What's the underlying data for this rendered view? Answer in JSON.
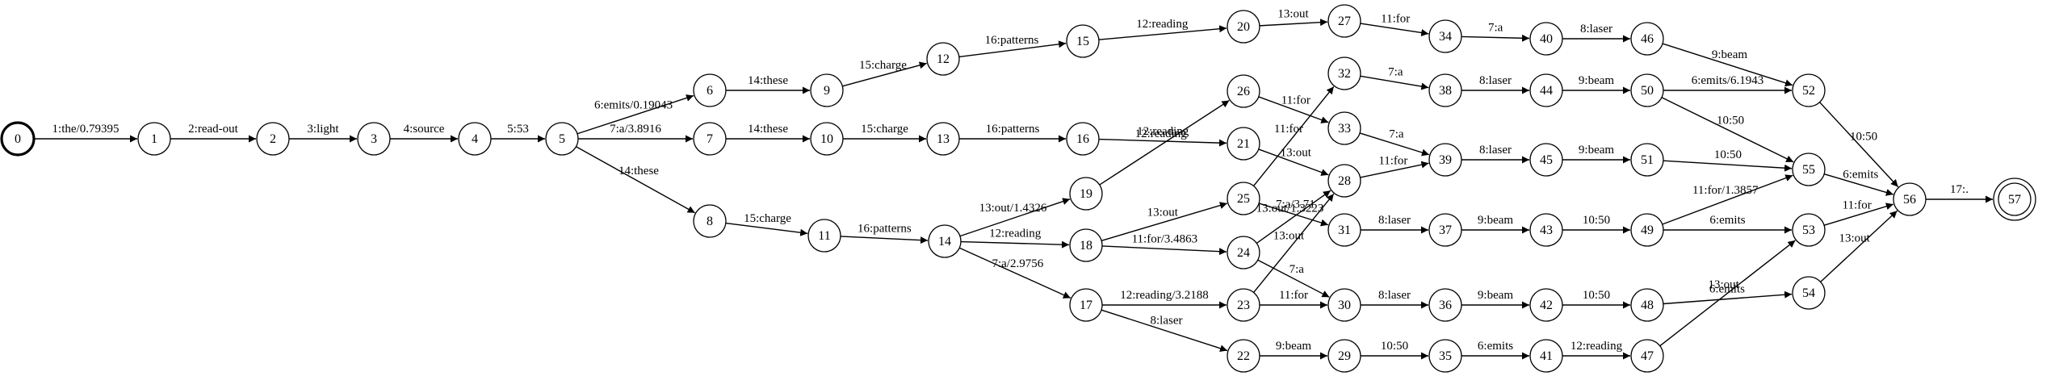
{
  "graph": {
    "nodes": [
      {
        "id": 0,
        "label": "0",
        "start": true
      },
      {
        "id": 1,
        "label": "1"
      },
      {
        "id": 2,
        "label": "2"
      },
      {
        "id": 3,
        "label": "3"
      },
      {
        "id": 4,
        "label": "4"
      },
      {
        "id": 5,
        "label": "5"
      },
      {
        "id": 6,
        "label": "6"
      },
      {
        "id": 7,
        "label": "7"
      },
      {
        "id": 8,
        "label": "8"
      },
      {
        "id": 9,
        "label": "9"
      },
      {
        "id": 10,
        "label": "10"
      },
      {
        "id": 11,
        "label": "11"
      },
      {
        "id": 12,
        "label": "12"
      },
      {
        "id": 13,
        "label": "13"
      },
      {
        "id": 14,
        "label": "14"
      },
      {
        "id": 15,
        "label": "15"
      },
      {
        "id": 16,
        "label": "16"
      },
      {
        "id": 17,
        "label": "17"
      },
      {
        "id": 18,
        "label": "18"
      },
      {
        "id": 19,
        "label": "19"
      },
      {
        "id": 20,
        "label": "20"
      },
      {
        "id": 21,
        "label": "21"
      },
      {
        "id": 22,
        "label": "22"
      },
      {
        "id": 23,
        "label": "23"
      },
      {
        "id": 24,
        "label": "24"
      },
      {
        "id": 25,
        "label": "25"
      },
      {
        "id": 26,
        "label": "26"
      },
      {
        "id": 27,
        "label": "27"
      },
      {
        "id": 28,
        "label": "28"
      },
      {
        "id": 29,
        "label": "29"
      },
      {
        "id": 30,
        "label": "30"
      },
      {
        "id": 31,
        "label": "31"
      },
      {
        "id": 32,
        "label": "32"
      },
      {
        "id": 33,
        "label": "33"
      },
      {
        "id": 34,
        "label": "34"
      },
      {
        "id": 35,
        "label": "35"
      },
      {
        "id": 36,
        "label": "36"
      },
      {
        "id": 37,
        "label": "37"
      },
      {
        "id": 38,
        "label": "38"
      },
      {
        "id": 39,
        "label": "39"
      },
      {
        "id": 40,
        "label": "40"
      },
      {
        "id": 41,
        "label": "41"
      },
      {
        "id": 42,
        "label": "42"
      },
      {
        "id": 43,
        "label": "43"
      },
      {
        "id": 44,
        "label": "44"
      },
      {
        "id": 45,
        "label": "45"
      },
      {
        "id": 46,
        "label": "46"
      },
      {
        "id": 47,
        "label": "47"
      },
      {
        "id": 48,
        "label": "48"
      },
      {
        "id": 49,
        "label": "49"
      },
      {
        "id": 50,
        "label": "50"
      },
      {
        "id": 51,
        "label": "51"
      },
      {
        "id": 52,
        "label": "52"
      },
      {
        "id": 53,
        "label": "53"
      },
      {
        "id": 54,
        "label": "54"
      },
      {
        "id": 55,
        "label": "55"
      },
      {
        "id": 56,
        "label": "56"
      },
      {
        "id": 57,
        "label": "57",
        "final": true
      }
    ],
    "edges": [
      {
        "from": 0,
        "to": 1,
        "label": "1:the/0.79395"
      },
      {
        "from": 1,
        "to": 2,
        "label": "2:read-out"
      },
      {
        "from": 2,
        "to": 3,
        "label": "3:light"
      },
      {
        "from": 3,
        "to": 4,
        "label": "4:source"
      },
      {
        "from": 4,
        "to": 5,
        "label": "5:53"
      },
      {
        "from": 5,
        "to": 6,
        "label": "6:emits/0.19043"
      },
      {
        "from": 5,
        "to": 7,
        "label": "7:a/3.8916"
      },
      {
        "from": 5,
        "to": 8,
        "label": "14:these"
      },
      {
        "from": 6,
        "to": 9,
        "label": "14:these"
      },
      {
        "from": 7,
        "to": 10,
        "label": "14:these"
      },
      {
        "from": 8,
        "to": 11,
        "label": "15:charge"
      },
      {
        "from": 9,
        "to": 12,
        "label": "15:charge"
      },
      {
        "from": 10,
        "to": 13,
        "label": "15:charge"
      },
      {
        "from": 11,
        "to": 14,
        "label": "16:patterns"
      },
      {
        "from": 12,
        "to": 15,
        "label": "16:patterns"
      },
      {
        "from": 13,
        "to": 16,
        "label": "16:patterns"
      },
      {
        "from": 14,
        "to": 19,
        "label": "13:out/1.4326"
      },
      {
        "from": 14,
        "to": 18,
        "label": "12:reading"
      },
      {
        "from": 14,
        "to": 17,
        "label": "7:a/2.9756"
      },
      {
        "from": 15,
        "to": 20,
        "label": "12:reading"
      },
      {
        "from": 16,
        "to": 21,
        "label": "12:reading"
      },
      {
        "from": 17,
        "to": 23,
        "label": "12:reading/3.2188"
      },
      {
        "from": 17,
        "to": 22,
        "label": "8:laser"
      },
      {
        "from": 18,
        "to": 25,
        "label": "13:out"
      },
      {
        "from": 18,
        "to": 24,
        "label": "11:for/3.4863"
      },
      {
        "from": 19,
        "to": 26,
        "label": "12:reading"
      },
      {
        "from": 20,
        "to": 27,
        "label": "13:out"
      },
      {
        "from": 21,
        "to": 28,
        "label": "13:out"
      },
      {
        "from": 22,
        "to": 29,
        "label": "9:beam"
      },
      {
        "from": 23,
        "to": 28,
        "label": "13:out"
      },
      {
        "from": 23,
        "to": 30,
        "label": "11:for"
      },
      {
        "from": 24,
        "to": 28,
        "label": "13:out/1.3223"
      },
      {
        "from": 24,
        "to": 30,
        "label": "7:a"
      },
      {
        "from": 25,
        "to": 32,
        "label": "11:for"
      },
      {
        "from": 25,
        "to": 31,
        "label": "7:a/3.71"
      },
      {
        "from": 26,
        "to": 33,
        "label": "11:for"
      },
      {
        "from": 27,
        "to": 34,
        "label": "11:for"
      },
      {
        "from": 28,
        "to": 39,
        "label": "11:for"
      },
      {
        "from": 29,
        "to": 35,
        "label": "10:50"
      },
      {
        "from": 30,
        "to": 36,
        "label": "8:laser"
      },
      {
        "from": 31,
        "to": 37,
        "label": "8:laser"
      },
      {
        "from": 32,
        "to": 38,
        "label": "7:a"
      },
      {
        "from": 33,
        "to": 39,
        "label": "7:a"
      },
      {
        "from": 34,
        "to": 40,
        "label": "7:a"
      },
      {
        "from": 35,
        "to": 41,
        "label": "6:emits"
      },
      {
        "from": 36,
        "to": 42,
        "label": "9:beam"
      },
      {
        "from": 37,
        "to": 43,
        "label": "9:beam"
      },
      {
        "from": 38,
        "to": 44,
        "label": "8:laser"
      },
      {
        "from": 39,
        "to": 45,
        "label": "8:laser"
      },
      {
        "from": 40,
        "to": 46,
        "label": "8:laser"
      },
      {
        "from": 41,
        "to": 47,
        "label": "12:reading"
      },
      {
        "from": 42,
        "to": 48,
        "label": "10:50"
      },
      {
        "from": 43,
        "to": 49,
        "label": "10:50"
      },
      {
        "from": 44,
        "to": 50,
        "label": "9:beam"
      },
      {
        "from": 45,
        "to": 51,
        "label": "9:beam"
      },
      {
        "from": 46,
        "to": 52,
        "label": "9:beam"
      },
      {
        "from": 47,
        "to": 53,
        "label": "13:out"
      },
      {
        "from": 48,
        "to": 54,
        "label": "6:emits"
      },
      {
        "from": 49,
        "to": 53,
        "label": "6:emits"
      },
      {
        "from": 49,
        "to": 55,
        "label": "11:for/1.3857"
      },
      {
        "from": 50,
        "to": 52,
        "label": "6:emits/6.1943"
      },
      {
        "from": 50,
        "to": 55,
        "label": "10:50"
      },
      {
        "from": 51,
        "to": 55,
        "label": "10:50"
      },
      {
        "from": 52,
        "to": 56,
        "label": "10:50"
      },
      {
        "from": 53,
        "to": 56,
        "label": "11:for"
      },
      {
        "from": 54,
        "to": 56,
        "label": "13:out"
      },
      {
        "from": 55,
        "to": 56,
        "label": "6:emits"
      },
      {
        "from": 56,
        "to": 57,
        "label": "17:."
      }
    ]
  }
}
